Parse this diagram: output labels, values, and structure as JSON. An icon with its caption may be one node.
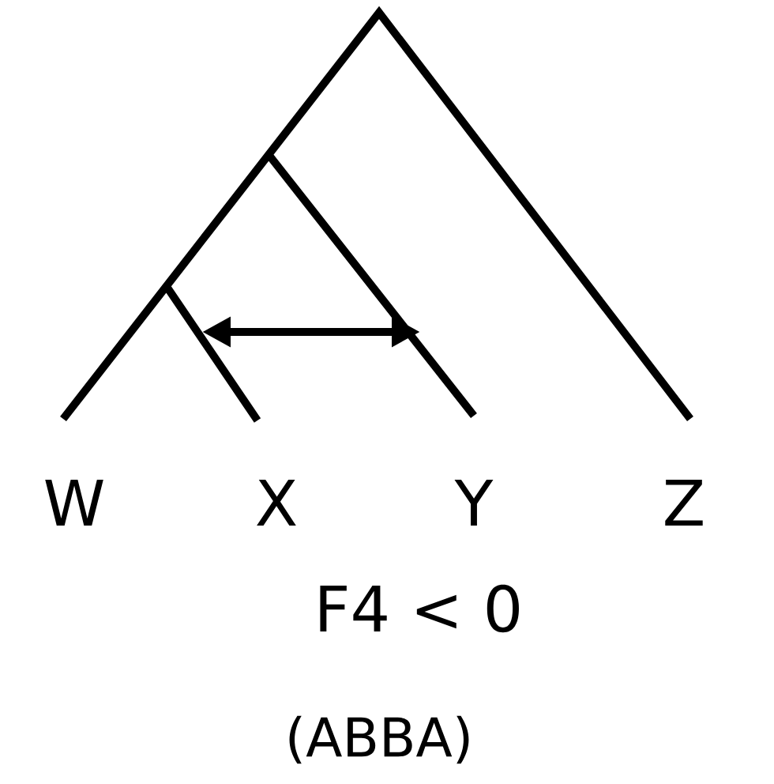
{
  "diagram": {
    "labels": [
      "W",
      "X",
      "Y",
      "Z",
      "F4 < 0",
      "(ABBA)"
    ]
  }
}
